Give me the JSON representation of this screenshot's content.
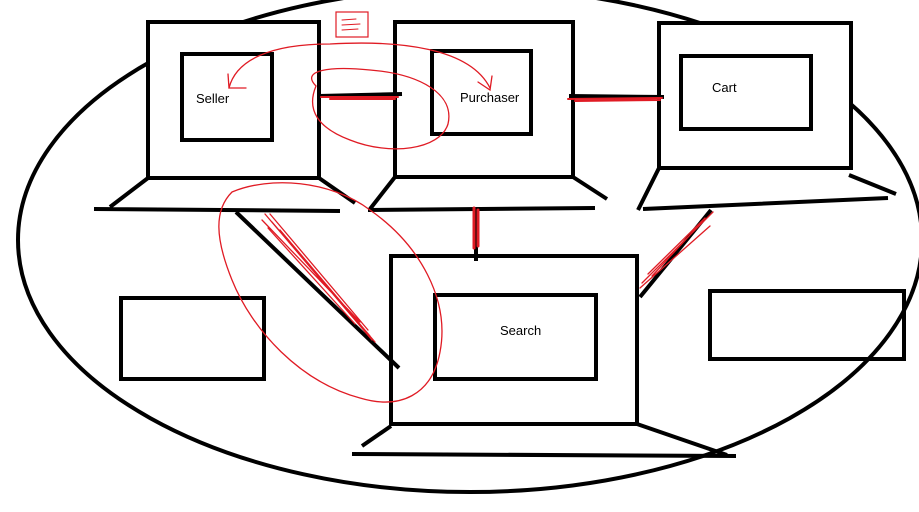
{
  "diagram": {
    "nodes": [
      {
        "id": "seller",
        "label": "Seller"
      },
      {
        "id": "purchaser",
        "label": "Purchaser"
      },
      {
        "id": "cart",
        "label": "Cart"
      },
      {
        "id": "search",
        "label": "Search"
      }
    ],
    "connections": [
      {
        "from": "seller",
        "to": "purchaser"
      },
      {
        "from": "purchaser",
        "to": "cart"
      },
      {
        "from": "purchaser",
        "to": "search"
      },
      {
        "from": "seller",
        "to": "search"
      },
      {
        "from": "cart",
        "to": "search"
      }
    ],
    "empty_boxes": 2
  },
  "colors": {
    "ink": "#000000",
    "annotation": "#e01b24",
    "background": "#ffffff"
  }
}
